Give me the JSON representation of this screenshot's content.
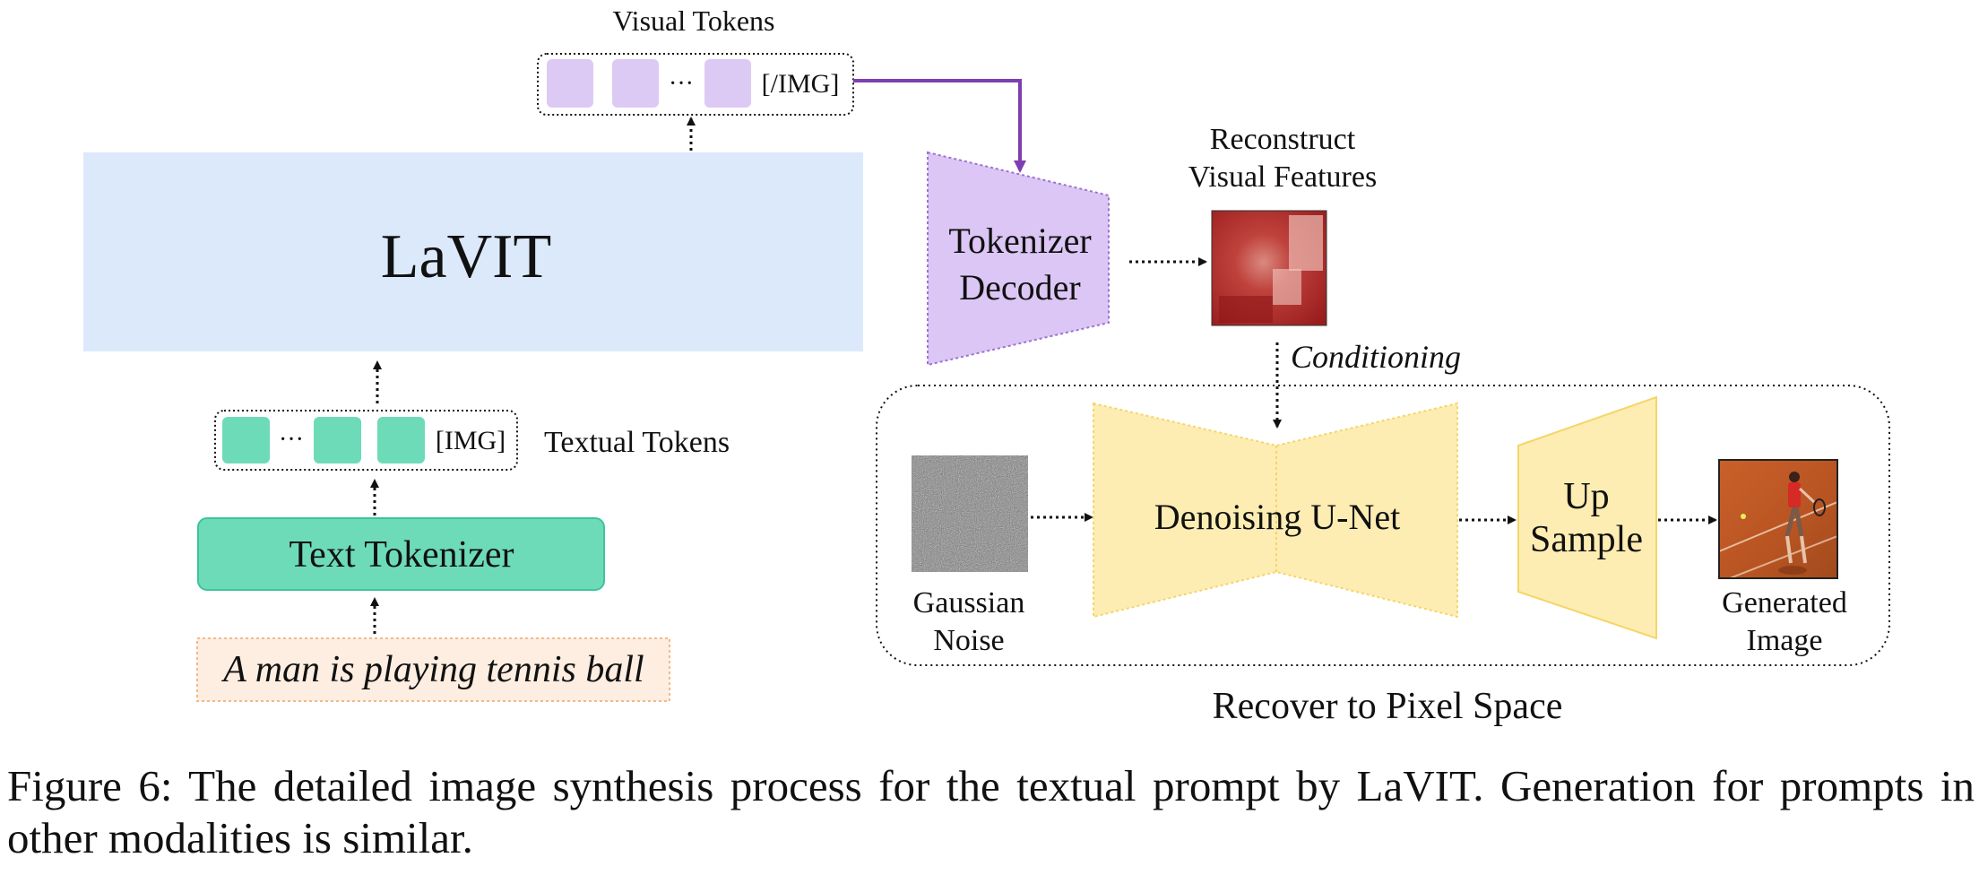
{
  "diagram": {
    "visual_tokens_label": "Visual Tokens",
    "img_end_token": "[/IMG]",
    "ellipsis": "···",
    "lavit_label": "LaVIT",
    "textual_tokens_label": "Textual Tokens",
    "img_start_token": "[IMG]",
    "text_tokenizer_label": "Text Tokenizer",
    "prompt_text": "A man is playing tennis ball",
    "decoder_line1": "Tokenizer",
    "decoder_line2": "Decoder",
    "reconstruct_line1": "Reconstruct",
    "reconstruct_line2": "Visual Features",
    "conditioning_label": "Conditioning",
    "unet_label": "Denoising U-Net",
    "upsample_line1": "Up",
    "upsample_line2": "Sample",
    "noise_line1": "Gaussian",
    "noise_line2": "Noise",
    "generated_line1": "Generated",
    "generated_line2": "Image",
    "pixel_space_label": "Recover to Pixel Space"
  },
  "caption": "Figure 6: The detailed image synthesis process for the textual prompt by LaVIT. Generation for prompts in other modalities is similar.",
  "colors": {
    "lavit_fill": "#dce9fb",
    "visual_token": "#dccaf5",
    "textual_token": "#6edbb8",
    "tokenizer_fill": "#6edbb8",
    "tokenizer_border": "#3cc49a",
    "prompt_fill": "#fdeee1",
    "prompt_border": "#f2b98a",
    "decoder_fill": "#dcc6f5",
    "decoder_border": "#9d72d0",
    "unet_fill": "#fdedb2",
    "unet_border": "#f5d56a",
    "flow_arrow": "#7d3fb0"
  }
}
